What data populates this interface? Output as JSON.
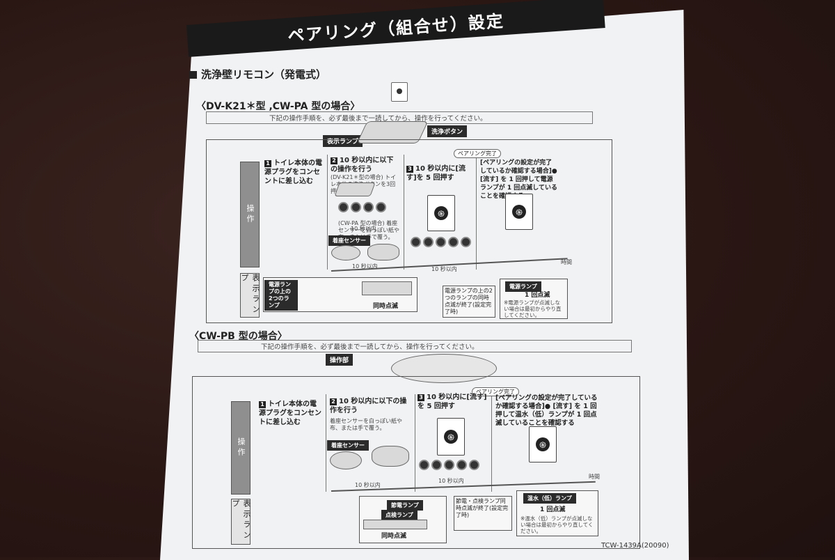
{
  "title": "ペアリング（組合せ）設定",
  "section": "洗浄壁リモコン（発電式）",
  "part1": {
    "heading": "〈DV-K21＊型 ,CW-PA 型の場合〉",
    "note": "下記の操作手順を、必ず最後まで一読してから、操作を行ってください。",
    "label_lamp": "表示ランプ",
    "label_button": "洗浄ボタン",
    "row_op": "操作",
    "row_lamp": "表示ランプ",
    "badge_done": "ペアリング完了",
    "step1_num": "1",
    "step1": "トイレ本体の電源プラグをコンセントに差し込む",
    "step2_num": "2",
    "step2": "10 秒以内に以下の操作を行う",
    "step2_sub": "(DV-K21＊型の場合) トイレ本体の洗浄ボタンを3回押す",
    "step2_alt": "(CW-PA 型の場合) 着座センサーを白っぽい紙や布、または手で覆う。",
    "sensor": "着座センサー",
    "step3_num": "3",
    "step3": "10 秒以内に[流す]を 5 回押す",
    "step4": "[ペアリングの設定が完了しているか確認する場合]● [流す] を 1 回押して電源ランプが 1 回点滅していることを確認する",
    "within10a": "10 秒以内",
    "within10b": "10 秒以内",
    "within10c": "10 秒以内",
    "time": "時間",
    "lamp_top2": "電源ランプの上の2つのランプ",
    "simul": "同時点滅",
    "lamp_end": "電源ランプの上の2つのランプの同時点滅が終了(設定完了時)",
    "power_lamp": "電源ランプ",
    "blink1": "1 回点滅",
    "blink_note": "※電源ランプが点滅しない場合は最初からやり直してください。"
  },
  "part2": {
    "heading": "〈CW-PB 型の場合〉",
    "note": "下記の操作手順を、必ず最後まで一読してから、操作を行ってください。",
    "label_panel": "操作部",
    "row_op": "操作",
    "row_lamp": "表示ランプ",
    "badge_done": "ペアリング完了",
    "step1_num": "1",
    "step1": "トイレ本体の電源プラグをコンセントに差し込む",
    "step2_num": "2",
    "step2": "10 秒以内に以下の操作を行う",
    "step2_sub": "着座センサーを白っぽい紙や布、または手で覆う。",
    "sensor": "着座センサー",
    "step3_num": "3",
    "step3": "10 秒以内に[流す]を 5 回押す",
    "step4": "[ペアリングの設定が完了しているか確認する場合]● [流す] を 1 回押して温水（低）ランプが 1 回点滅していることを確認する",
    "within10a": "10 秒以内",
    "within10b": "10 秒以内",
    "time": "時間",
    "lamp_a": "節電ランプ",
    "lamp_b": "点検ランプ",
    "simul": "同時点滅",
    "lamp_end": "節電・点検ランプ同時点滅が終了(設定完了時)",
    "warm_lamp": "温水（低）ランプ",
    "blink1": "1 回点滅",
    "blink_note": "※温水（低）ランプが点滅しない場合は最初からやり直してください。"
  },
  "footer": "TCW-1439A(20090)"
}
